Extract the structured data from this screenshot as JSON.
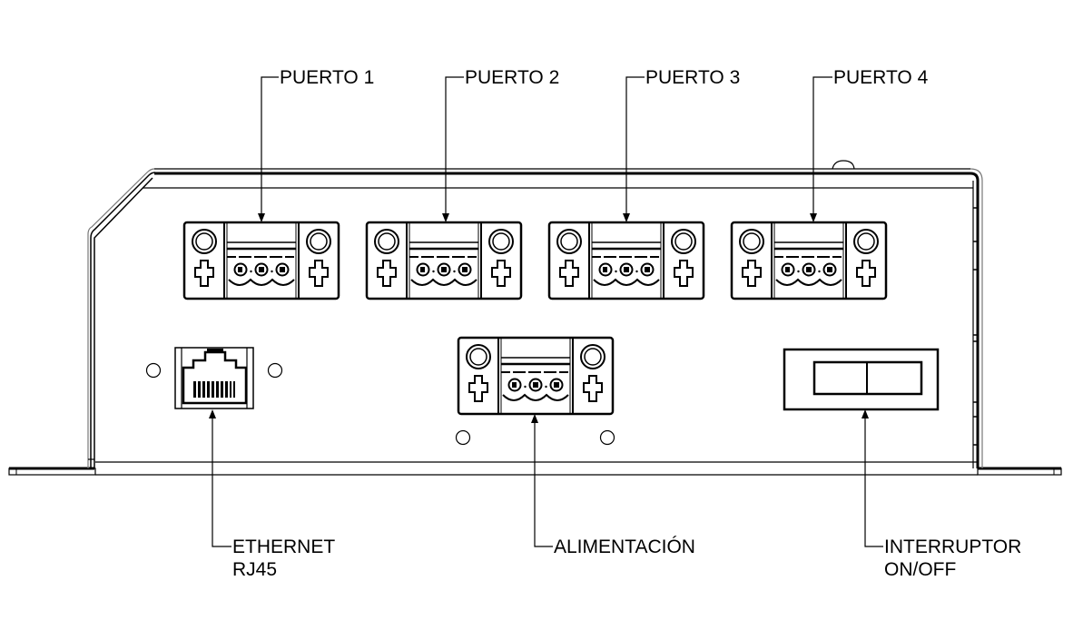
{
  "diagram": {
    "type": "technical-front-view",
    "colors": {
      "line": "#000000",
      "background": "#ffffff"
    },
    "callouts": {
      "ports": [
        {
          "id": "puerto-1",
          "label": "PUERTO 1"
        },
        {
          "id": "puerto-2",
          "label": "PUERTO 2"
        },
        {
          "id": "puerto-3",
          "label": "PUERTO 3"
        },
        {
          "id": "puerto-4",
          "label": "PUERTO 4"
        }
      ],
      "ethernet": {
        "line1": "ETHERNET",
        "line2": "RJ45"
      },
      "power": {
        "label": "ALIMENTACIÓN"
      },
      "switch": {
        "line1": "INTERRUPTOR",
        "line2": "ON/OFF"
      }
    },
    "components": {
      "terminal_blocks": {
        "count": 4,
        "pins_each": 3
      },
      "power_connector": {
        "pins": 3
      },
      "rj45": {
        "contacts": 8
      },
      "rocker_switch": {
        "positions": 2
      }
    }
  }
}
